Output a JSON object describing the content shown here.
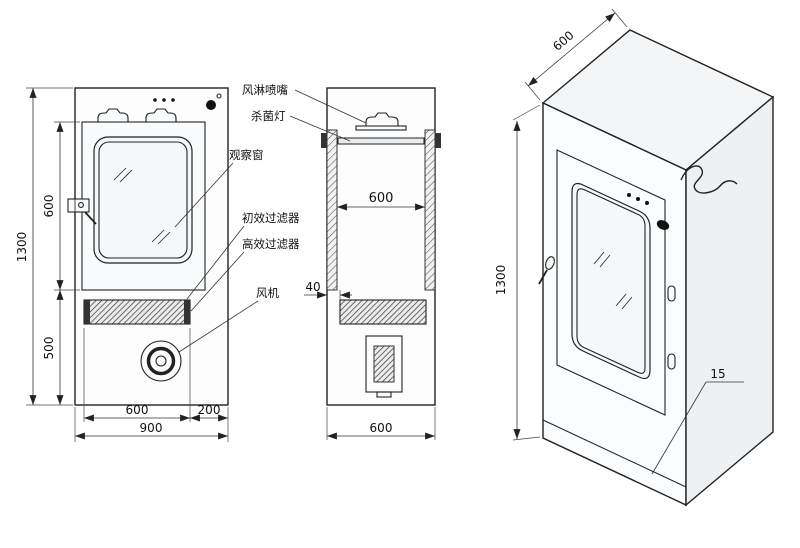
{
  "drawing": {
    "callouts": {
      "air_nozzle": "风淋喷嘴",
      "uv_lamp": "杀菌灯",
      "observation_window": "观察窗",
      "primary_filter": "初效过滤器",
      "hepa_filter": "高效过滤器",
      "fan": "风机"
    },
    "front_view": {
      "dim_height_total": "1300",
      "dim_door_height": "600",
      "dim_lower_height": "500",
      "dim_bottom_left": "600",
      "dim_bottom_right": "200",
      "dim_width_total": "900"
    },
    "side_view": {
      "dim_inner_width": "600",
      "dim_filter_offset": "40",
      "dim_bottom_width": "600"
    },
    "iso_view": {
      "dim_depth": "600",
      "dim_height": "1300",
      "dim_panel": "15"
    }
  }
}
